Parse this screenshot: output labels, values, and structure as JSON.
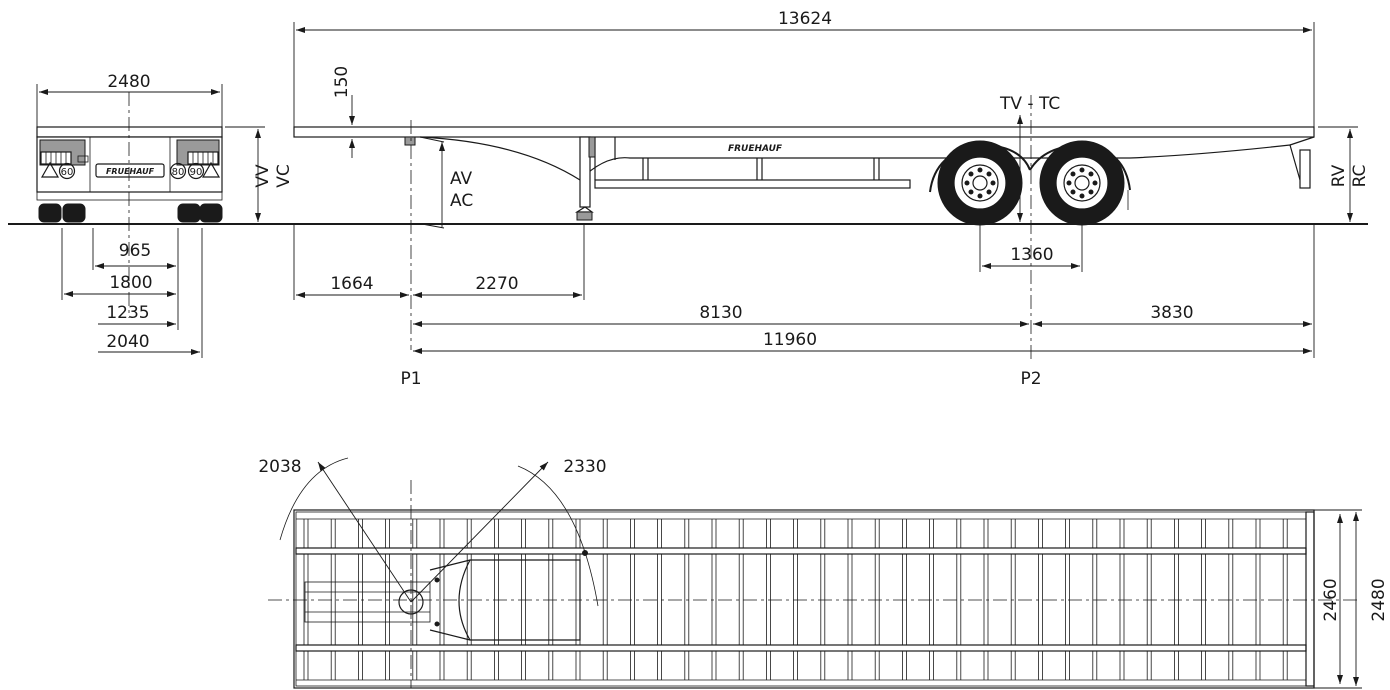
{
  "brand": "FRUEHAUF",
  "rear_view": {
    "width_top": "2480",
    "track_inner": "965",
    "track_1800": "1800",
    "track_1235": "1235",
    "track_outer": "2040",
    "sign_60": "60",
    "sign_80": "80",
    "sign_90": "90",
    "height_vv": "VV",
    "height_vc": "VC"
  },
  "side_view": {
    "overall_length": "13624",
    "deck_thickness": "150",
    "av": "AV",
    "ac": "AC",
    "tv_tc": "TV - TC",
    "rv": "RV",
    "rc": "RC",
    "dim_1664": "1664",
    "dim_2270": "2270",
    "axle_spread": "1360",
    "dim_8130": "8130",
    "dim_3830": "3830",
    "dim_11960": "11960",
    "point_p1": "P1",
    "point_p2": "P2"
  },
  "top_view": {
    "radius_2038": "2038",
    "radius_2330": "2330",
    "inner_width": "2460",
    "outer_width": "2480"
  }
}
